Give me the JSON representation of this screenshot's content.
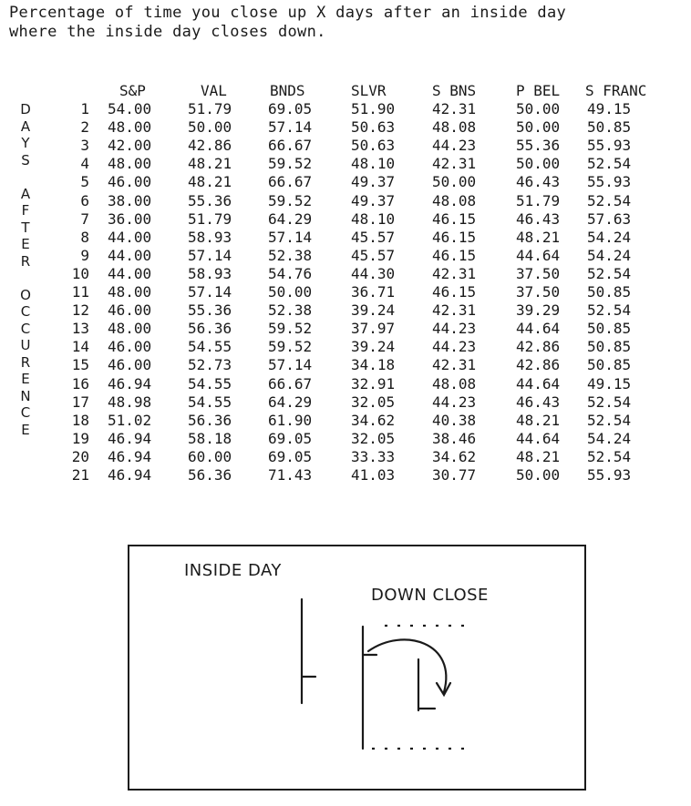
{
  "title": {
    "line1": "Percentage of time you close up X days after an inside day",
    "line2": "where the inside day closes down."
  },
  "side_label": "DAYS AFTER OCCURENCE",
  "table": {
    "columns": [
      "S&P",
      "VAL",
      "BNDS",
      "SLVR",
      "S BNS",
      "P BEL",
      "S FRANC"
    ],
    "rows": [
      {
        "day": "1",
        "values": [
          "54.00",
          "51.79",
          "69.05",
          "51.90",
          "42.31",
          "50.00",
          "49.15"
        ]
      },
      {
        "day": "2",
        "values": [
          "48.00",
          "50.00",
          "57.14",
          "50.63",
          "48.08",
          "50.00",
          "50.85"
        ]
      },
      {
        "day": "3",
        "values": [
          "42.00",
          "42.86",
          "66.67",
          "50.63",
          "44.23",
          "55.36",
          "55.93"
        ]
      },
      {
        "day": "4",
        "values": [
          "48.00",
          "48.21",
          "59.52",
          "48.10",
          "42.31",
          "50.00",
          "52.54"
        ]
      },
      {
        "day": "5",
        "values": [
          "46.00",
          "48.21",
          "66.67",
          "49.37",
          "50.00",
          "46.43",
          "55.93"
        ]
      },
      {
        "day": "6",
        "values": [
          "38.00",
          "55.36",
          "59.52",
          "49.37",
          "48.08",
          "51.79",
          "52.54"
        ]
      },
      {
        "day": "7",
        "values": [
          "36.00",
          "51.79",
          "64.29",
          "48.10",
          "46.15",
          "46.43",
          "57.63"
        ]
      },
      {
        "day": "8",
        "values": [
          "44.00",
          "58.93",
          "57.14",
          "45.57",
          "46.15",
          "48.21",
          "54.24"
        ]
      },
      {
        "day": "9",
        "values": [
          "44.00",
          "57.14",
          "52.38",
          "45.57",
          "46.15",
          "44.64",
          "54.24"
        ]
      },
      {
        "day": "10",
        "values": [
          "44.00",
          "58.93",
          "54.76",
          "44.30",
          "42.31",
          "37.50",
          "52.54"
        ]
      },
      {
        "day": "11",
        "values": [
          "48.00",
          "57.14",
          "50.00",
          "36.71",
          "46.15",
          "37.50",
          "50.85"
        ]
      },
      {
        "day": "12",
        "values": [
          "46.00",
          "55.36",
          "52.38",
          "39.24",
          "42.31",
          "39.29",
          "52.54"
        ]
      },
      {
        "day": "13",
        "values": [
          "48.00",
          "56.36",
          "59.52",
          "37.97",
          "44.23",
          "44.64",
          "50.85"
        ]
      },
      {
        "day": "14",
        "values": [
          "46.00",
          "54.55",
          "59.52",
          "39.24",
          "44.23",
          "42.86",
          "50.85"
        ]
      },
      {
        "day": "15",
        "values": [
          "46.00",
          "52.73",
          "57.14",
          "34.18",
          "42.31",
          "42.86",
          "50.85"
        ]
      },
      {
        "day": "16",
        "values": [
          "46.94",
          "54.55",
          "66.67",
          "32.91",
          "48.08",
          "44.64",
          "49.15"
        ]
      },
      {
        "day": "17",
        "values": [
          "48.98",
          "54.55",
          "64.29",
          "32.05",
          "44.23",
          "46.43",
          "52.54"
        ]
      },
      {
        "day": "18",
        "values": [
          "51.02",
          "56.36",
          "61.90",
          "34.62",
          "40.38",
          "48.21",
          "52.54"
        ]
      },
      {
        "day": "19",
        "values": [
          "46.94",
          "58.18",
          "69.05",
          "32.05",
          "38.46",
          "44.64",
          "54.24"
        ]
      },
      {
        "day": "20",
        "values": [
          "46.94",
          "60.00",
          "69.05",
          "33.33",
          "34.62",
          "48.21",
          "52.54"
        ]
      },
      {
        "day": "21",
        "values": [
          "46.94",
          "56.36",
          "71.43",
          "41.03",
          "30.77",
          "50.00",
          "55.93"
        ]
      }
    ]
  },
  "diagram": {
    "inside_day_label": "INSIDE DAY",
    "down_close_label": "DOWN CLOSE"
  }
}
